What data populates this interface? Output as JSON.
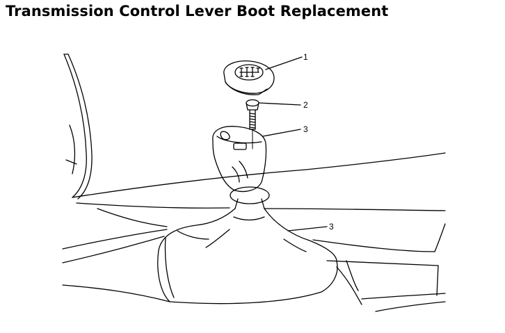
{
  "page": {
    "title": "Transmission Control Lever Boot Replacement"
  },
  "diagram": {
    "callouts": [
      {
        "label": "1",
        "part": "shift-knob-cap"
      },
      {
        "label": "2",
        "part": "bolt"
      },
      {
        "label": "3",
        "part": "shift-knob"
      },
      {
        "label": "3",
        "part": "lever-boot"
      }
    ]
  }
}
